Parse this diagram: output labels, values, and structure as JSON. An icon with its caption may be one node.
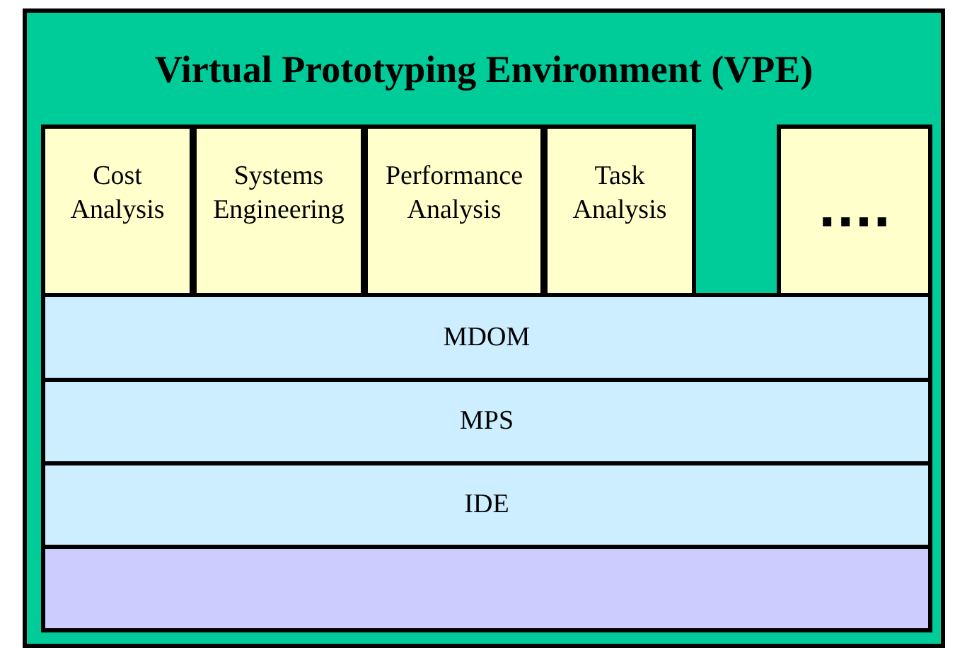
{
  "diagram": {
    "nodes": [
      {
        "text": [
          "Virtual Prototyping Environment (VPE)"
        ]
      },
      {
        "text": [
          "Cost Analysis"
        ],
        "in": 0
      },
      {
        "text": [
          "Systems Engineering"
        ],
        "in": 0
      },
      {
        "text": [
          "Performance Analysis"
        ],
        "in": 0
      },
      {
        "text": [
          "Task Analysis"
        ],
        "in": 0
      },
      {
        "text": [
          "...."
        ],
        "in": 0
      },
      {
        "text": [
          "MDOM"
        ],
        "in": 0
      },
      {
        "text": [
          "MPS"
        ],
        "in": 0
      },
      {
        "text": [
          "IDE"
        ],
        "in": 0
      },
      {
        "text": [],
        "shape": "bar",
        "in": 0
      }
    ],
    "edges": []
  }
}
